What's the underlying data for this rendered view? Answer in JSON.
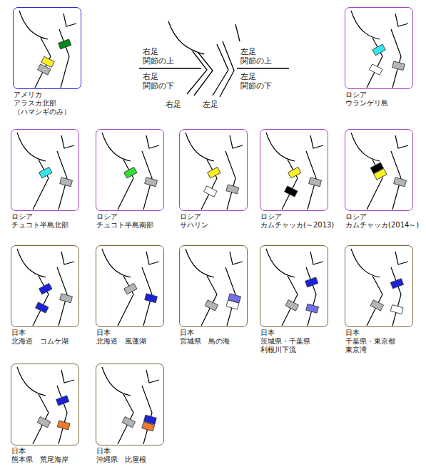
{
  "diagram": {
    "nodes": [
      {
        "text": [
          "アメリカ アラスカ北部 （ハマシギのみ）"
        ]
      },
      {
        "text": [
          "ロシア ウランゲリ島"
        ]
      },
      {
        "text": [
          "ロシア チュコト半島北部"
        ]
      },
      {
        "text": [
          "ロシア チュコト半島南部"
        ]
      },
      {
        "text": [
          "ロシア サハリン"
        ]
      },
      {
        "text": [
          "ロシア カムチャッカ(～2013)"
        ]
      },
      {
        "text": [
          "ロシア カムチャッカ(2014～)"
        ]
      },
      {
        "text": [
          "日本 北海道　コムケ湖"
        ]
      },
      {
        "text": [
          "日本 北海道　風蓮湖"
        ]
      },
      {
        "text": [
          "日本 宮城県　鳥の海"
        ]
      },
      {
        "text": [
          "日本 茨城県・千葉県 利根川下流"
        ]
      },
      {
        "text": [
          "日本 千葉県・東京都 東京湾"
        ]
      },
      {
        "text": [
          "日本 熊本県　荒尾海岸"
        ]
      },
      {
        "text": [
          "日本 沖縄県　比屋根"
        ]
      }
    ],
    "labels": [
      "右足 関節の上",
      "右足 関節の下",
      "左足 関節の上",
      "左足 関節の下",
      "右足",
      "左足"
    ]
  }
}
